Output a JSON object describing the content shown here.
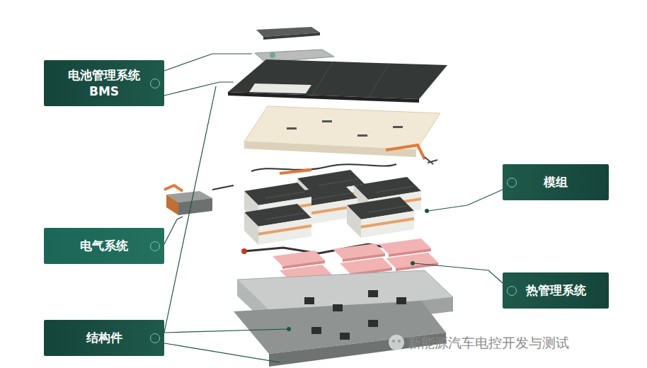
{
  "diagram": {
    "nodes": [
      {
        "text": [
          "电池管理系统 BMS"
        ]
      },
      {
        "text": [
          "模组"
        ]
      },
      {
        "text": [
          "电气系统"
        ]
      },
      {
        "text": [
          "热管理系统"
        ]
      },
      {
        "text": [
          "结构件"
        ]
      }
    ],
    "labels": [
      "新能源汽车电控开发与测试"
    ]
  }
}
